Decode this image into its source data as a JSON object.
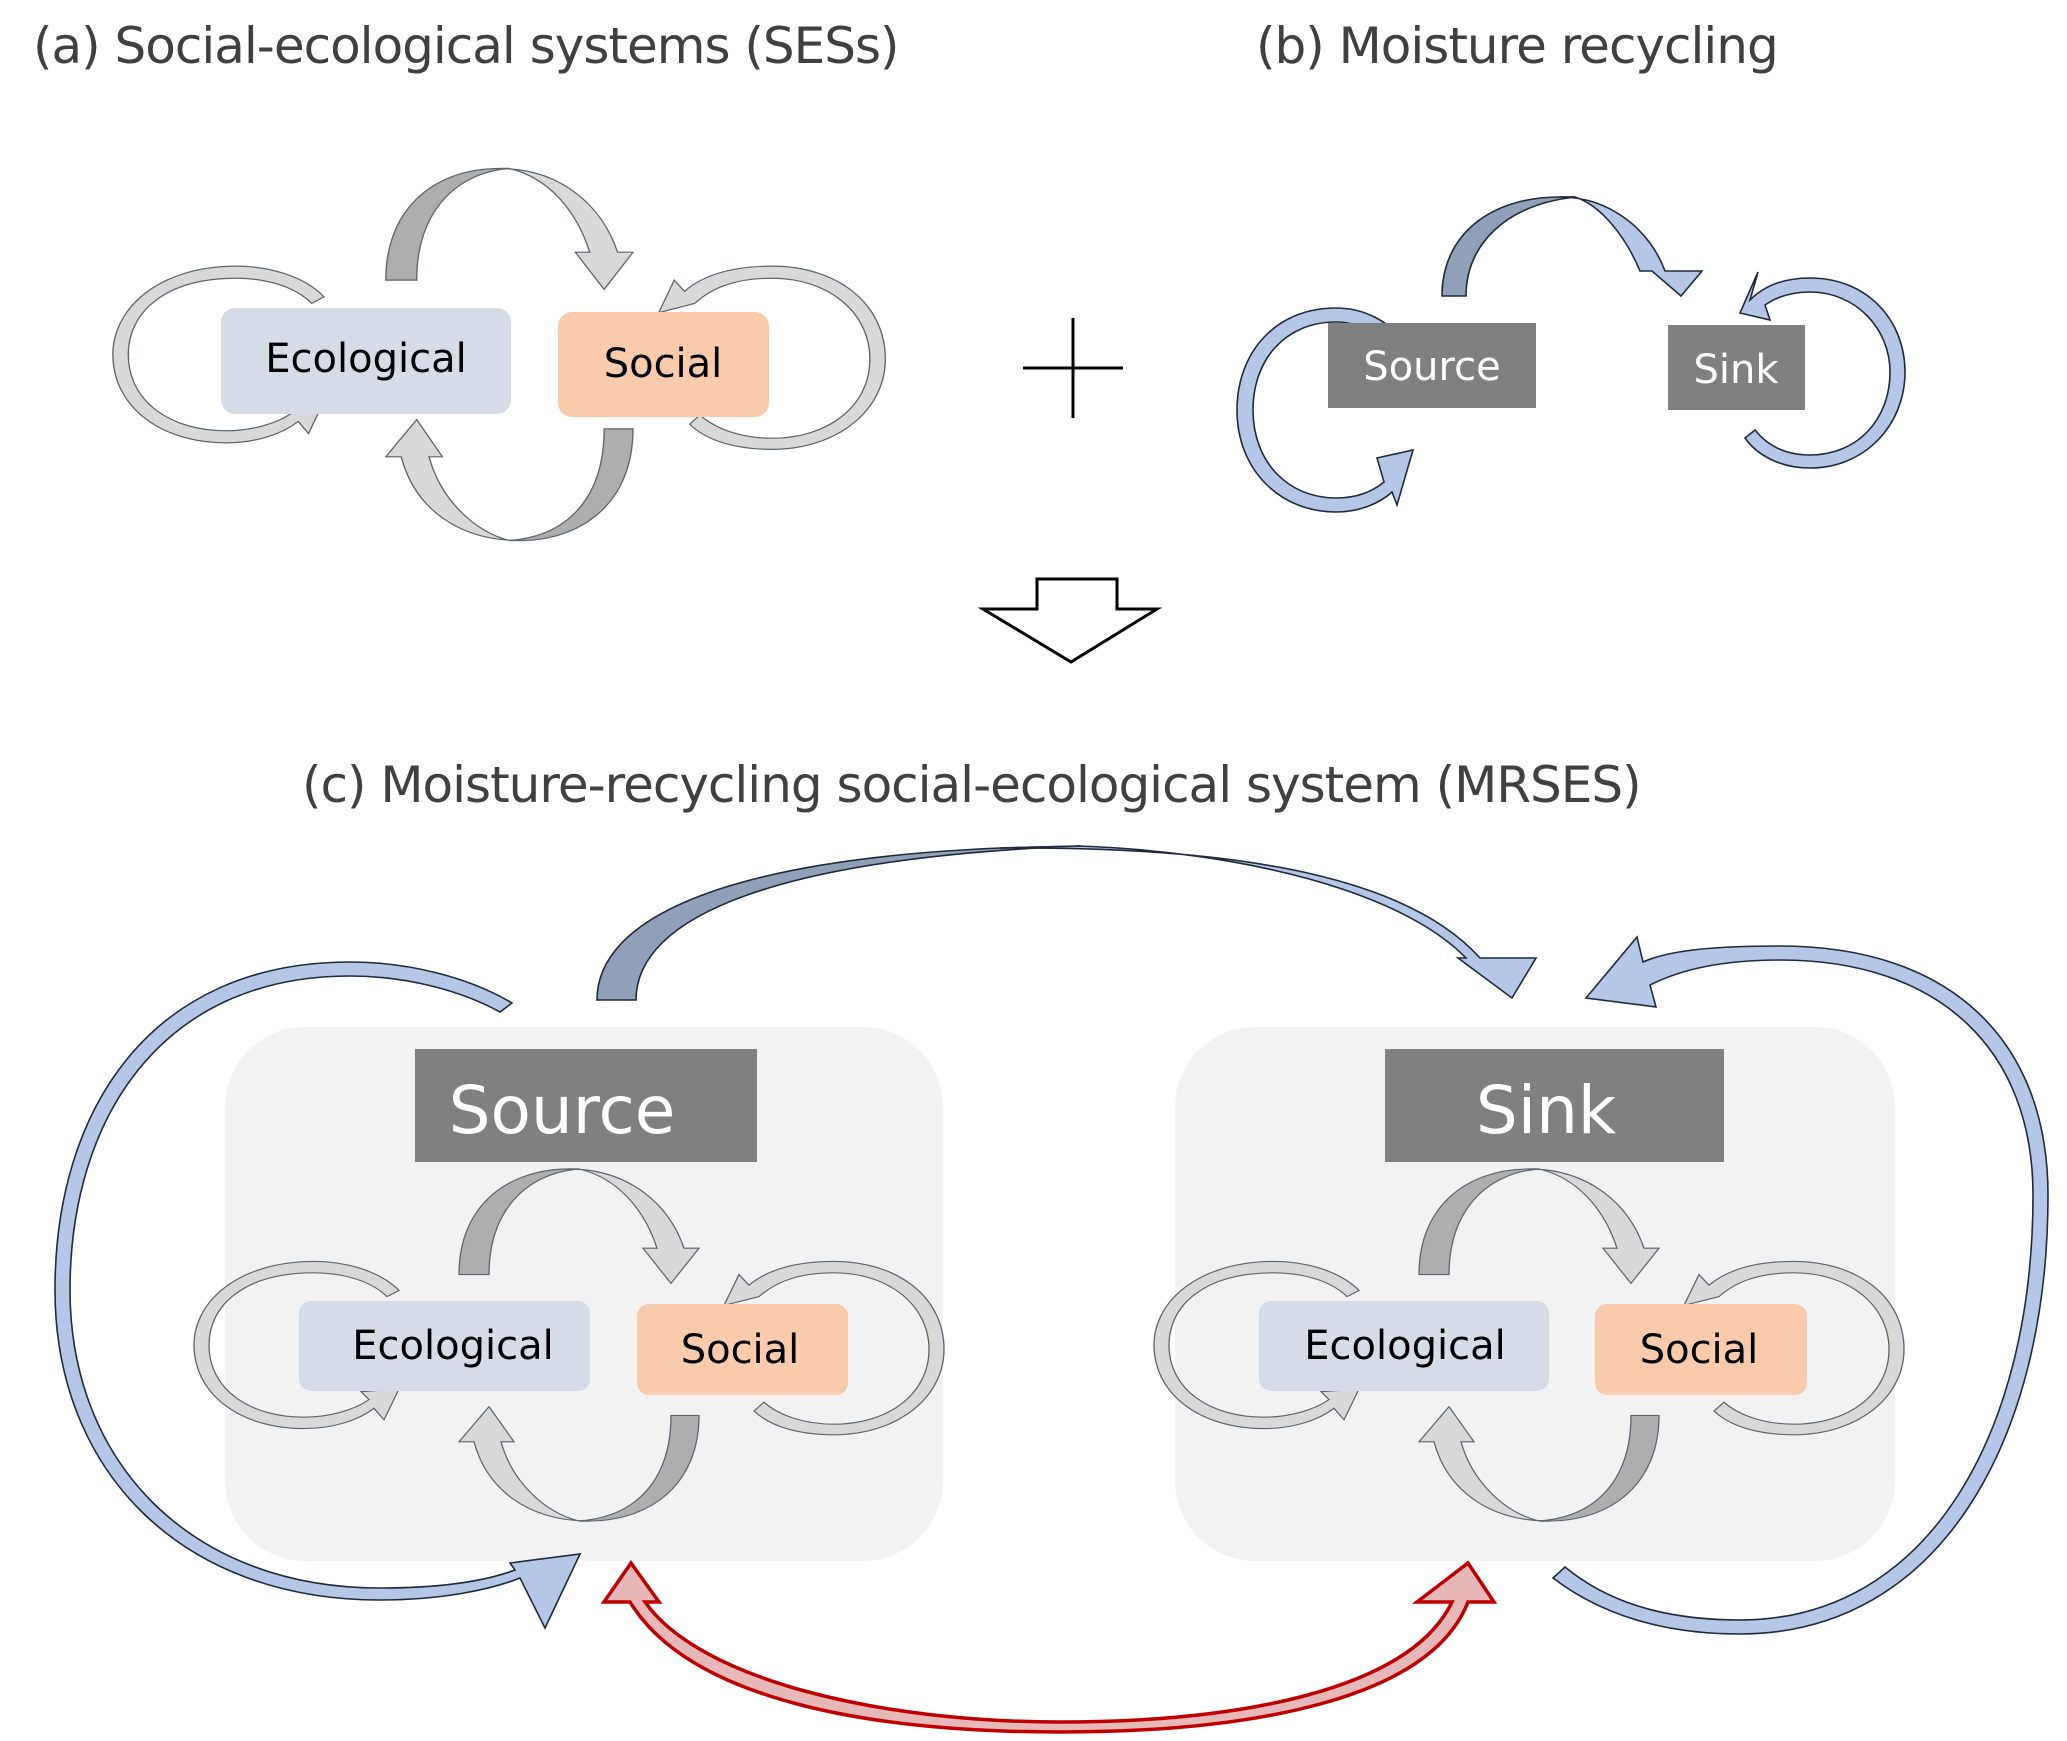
{
  "panels": {
    "a": {
      "title": "(a) Social-ecological systems (SESs)",
      "nodes": {
        "ecological": "Ecological",
        "social": "Social"
      }
    },
    "b": {
      "title": "(b) Moisture recycling",
      "nodes": {
        "source": "Source",
        "sink": "Sink"
      }
    },
    "combine_symbol": "+",
    "c": {
      "title": "(c) Moisture-recycling social-ecological system (MRSES)",
      "source": {
        "label": "Source",
        "ecological": "Ecological",
        "social": "Social"
      },
      "sink": {
        "label": "Sink",
        "ecological": "Ecological",
        "social": "Social"
      }
    }
  },
  "colors": {
    "ecological_box": "#D6DCE5",
    "social_box": "#F8CBAD",
    "region_label_box": "#808080",
    "region_panel": "#F2F2F2",
    "moisture_arrow": "#B4C7E7",
    "moisture_arrow_shade": "#8FA0B8",
    "ses_arrow": "#D9D9D9",
    "ses_arrow_shade": "#AEAEAE",
    "teleconnection_arrow": "#E6B8B7",
    "teleconnection_stroke": "#C00000",
    "title_text": "#404040"
  }
}
